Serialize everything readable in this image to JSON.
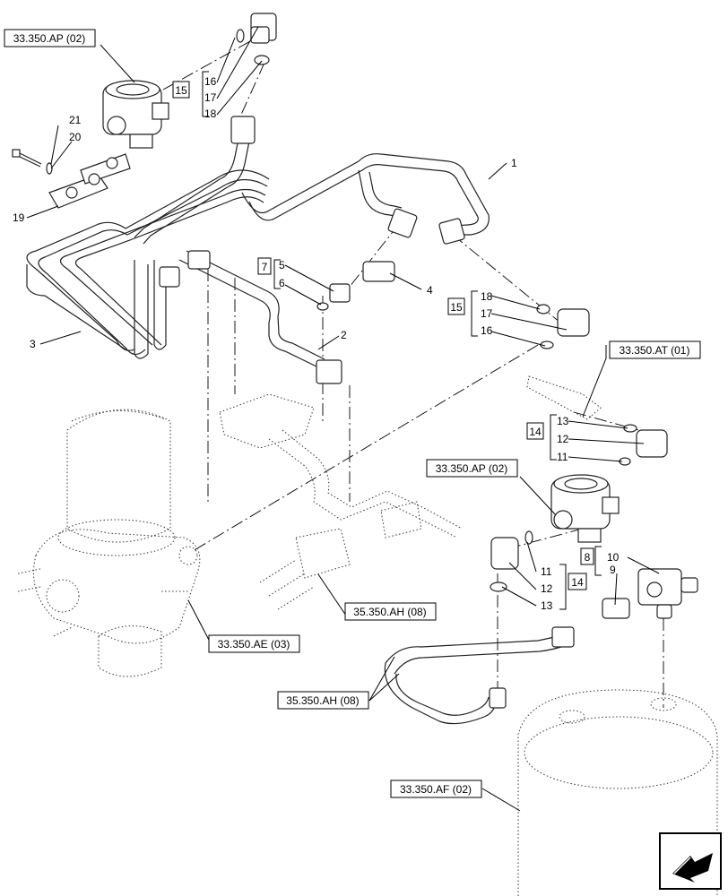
{
  "references": {
    "ap_top": "33.350.AP (02)",
    "at": "33.350.AT (01)",
    "ap_mid": "33.350.AP (02)",
    "ah_mid": "35.350.AH (08)",
    "ae": "33.350.AE (03)",
    "ah_low": "35.350.AH (08)",
    "af": "33.350.AF (02)"
  },
  "kits": {
    "k15a": "15",
    "k7": "7",
    "k15b": "15",
    "k14a": "14",
    "k8": "8",
    "k14b": "14"
  },
  "callouts": {
    "c1": "1",
    "c2": "2",
    "c3": "3",
    "c4": "4",
    "c5": "5",
    "c6": "6",
    "c9": "9",
    "c10": "10",
    "c11a": "11",
    "c12a": "12",
    "c13a": "13",
    "c11b": "11",
    "c12b": "12",
    "c13b": "13",
    "c16a": "16",
    "c17a": "17",
    "c18a": "18",
    "c16b": "16",
    "c17b": "17",
    "c18b": "18",
    "c19": "19",
    "c20": "20",
    "c21": "21"
  }
}
